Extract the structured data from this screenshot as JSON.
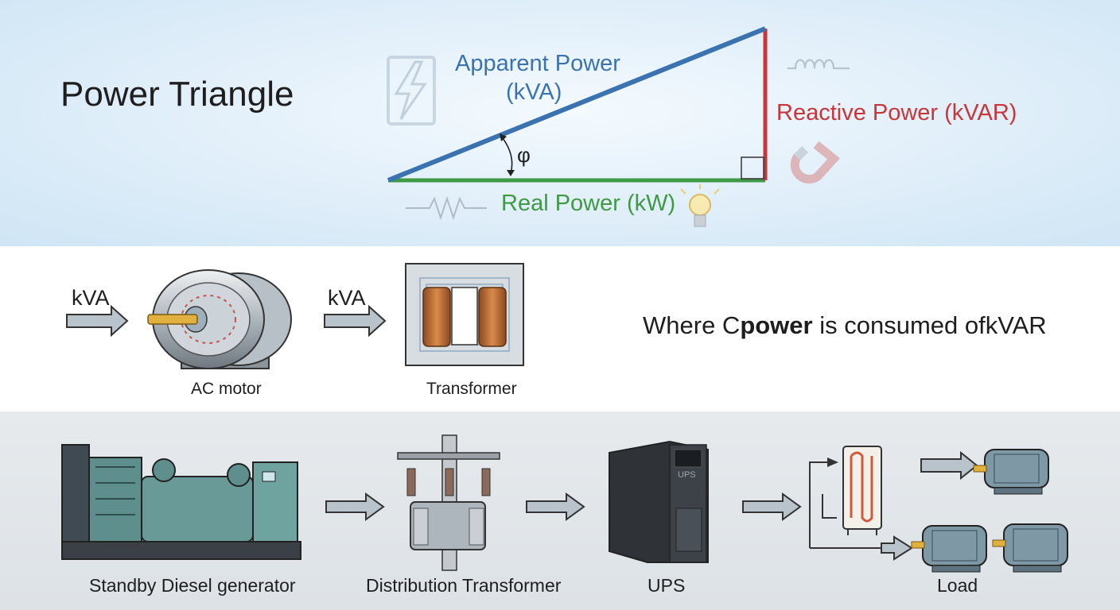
{
  "title": "Power Triangle",
  "triangle": {
    "apparent_line1": "Apparent Power",
    "apparent_line2": "(kVA)",
    "reactive": "Reactive Power (kVAR)",
    "real": "Real Power (kW)",
    "angle": "φ"
  },
  "colors": {
    "apparent": "#3a73b0",
    "reactive": "#c8363a",
    "real": "#3f9a45",
    "equipment": "#5e8f8d",
    "arrow": "#8c97a1"
  },
  "consumers": {
    "input1": "kVA",
    "input2": "kVA",
    "motor_label": "AC motor",
    "transformer_label": "Transformer",
    "statement_pre": "Where ",
    "statement_glyph": "Ϲ",
    "statement_bold": "power",
    "statement_post": " is consumed of",
    "statement_end": "kVAR"
  },
  "chain": {
    "generator": "Standby Diesel generator",
    "distribution": "Distribution Transformer",
    "ups": "UPS",
    "ups_badge": "UPS",
    "load": "Load"
  },
  "icons": [
    "lightning-icon",
    "inductor-coil-icon",
    "magnet-icon",
    "resistor-icon",
    "light-bulb-icon"
  ]
}
